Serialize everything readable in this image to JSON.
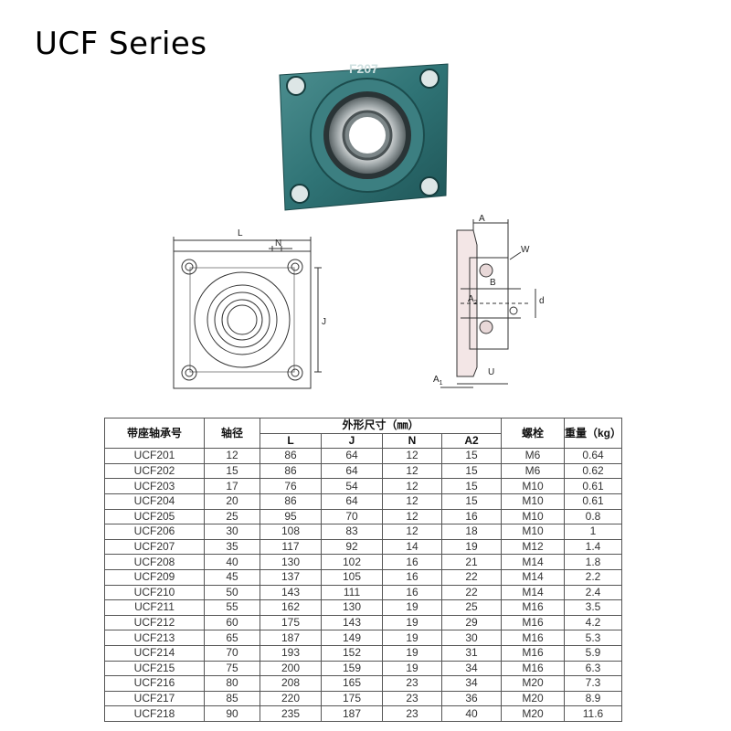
{
  "title": "UCF Series",
  "photo": {
    "housing_label": "F207"
  },
  "drawing_labels": {
    "L": "L",
    "N": "N",
    "J": "J",
    "A": "A",
    "W": "W",
    "B": "B",
    "d": "d",
    "A2": "A",
    "A2_sub": "2",
    "A1": "A",
    "A1_sub": "1",
    "U": "U"
  },
  "table": {
    "header": {
      "part": "带座轴承号",
      "shaft": "轴径",
      "dims_group": "外形尺寸（㎜）",
      "bolt": "螺栓",
      "weight": "重量（kg）",
      "sub": [
        "L",
        "J",
        "N",
        "A2"
      ]
    },
    "rows": [
      [
        "UCF201",
        "12",
        "86",
        "64",
        "12",
        "15",
        "M6",
        "0.64"
      ],
      [
        "UCF202",
        "15",
        "86",
        "64",
        "12",
        "15",
        "M6",
        "0.62"
      ],
      [
        "UCF203",
        "17",
        "76",
        "54",
        "12",
        "15",
        "M10",
        "0.61"
      ],
      [
        "UCF204",
        "20",
        "86",
        "64",
        "12",
        "15",
        "M10",
        "0.61"
      ],
      [
        "UCF205",
        "25",
        "95",
        "70",
        "12",
        "16",
        "M10",
        "0.8"
      ],
      [
        "UCF206",
        "30",
        "108",
        "83",
        "12",
        "18",
        "M10",
        "1"
      ],
      [
        "UCF207",
        "35",
        "117",
        "92",
        "14",
        "19",
        "M12",
        "1.4"
      ],
      [
        "UCF208",
        "40",
        "130",
        "102",
        "16",
        "21",
        "M14",
        "1.8"
      ],
      [
        "UCF209",
        "45",
        "137",
        "105",
        "16",
        "22",
        "M14",
        "2.2"
      ],
      [
        "UCF210",
        "50",
        "143",
        "111",
        "16",
        "22",
        "M14",
        "2.4"
      ],
      [
        "UCF211",
        "55",
        "162",
        "130",
        "19",
        "25",
        "M16",
        "3.5"
      ],
      [
        "UCF212",
        "60",
        "175",
        "143",
        "19",
        "29",
        "M16",
        "4.2"
      ],
      [
        "UCF213",
        "65",
        "187",
        "149",
        "19",
        "30",
        "M16",
        "5.3"
      ],
      [
        "UCF214",
        "70",
        "193",
        "152",
        "19",
        "31",
        "M16",
        "5.9"
      ],
      [
        "UCF215",
        "75",
        "200",
        "159",
        "19",
        "34",
        "M16",
        "6.3"
      ],
      [
        "UCF216",
        "80",
        "208",
        "165",
        "23",
        "34",
        "M20",
        "7.3"
      ],
      [
        "UCF217",
        "85",
        "220",
        "175",
        "23",
        "36",
        "M20",
        "8.9"
      ],
      [
        "UCF218",
        "90",
        "235",
        "187",
        "23",
        "40",
        "M20",
        "11.6"
      ]
    ]
  }
}
